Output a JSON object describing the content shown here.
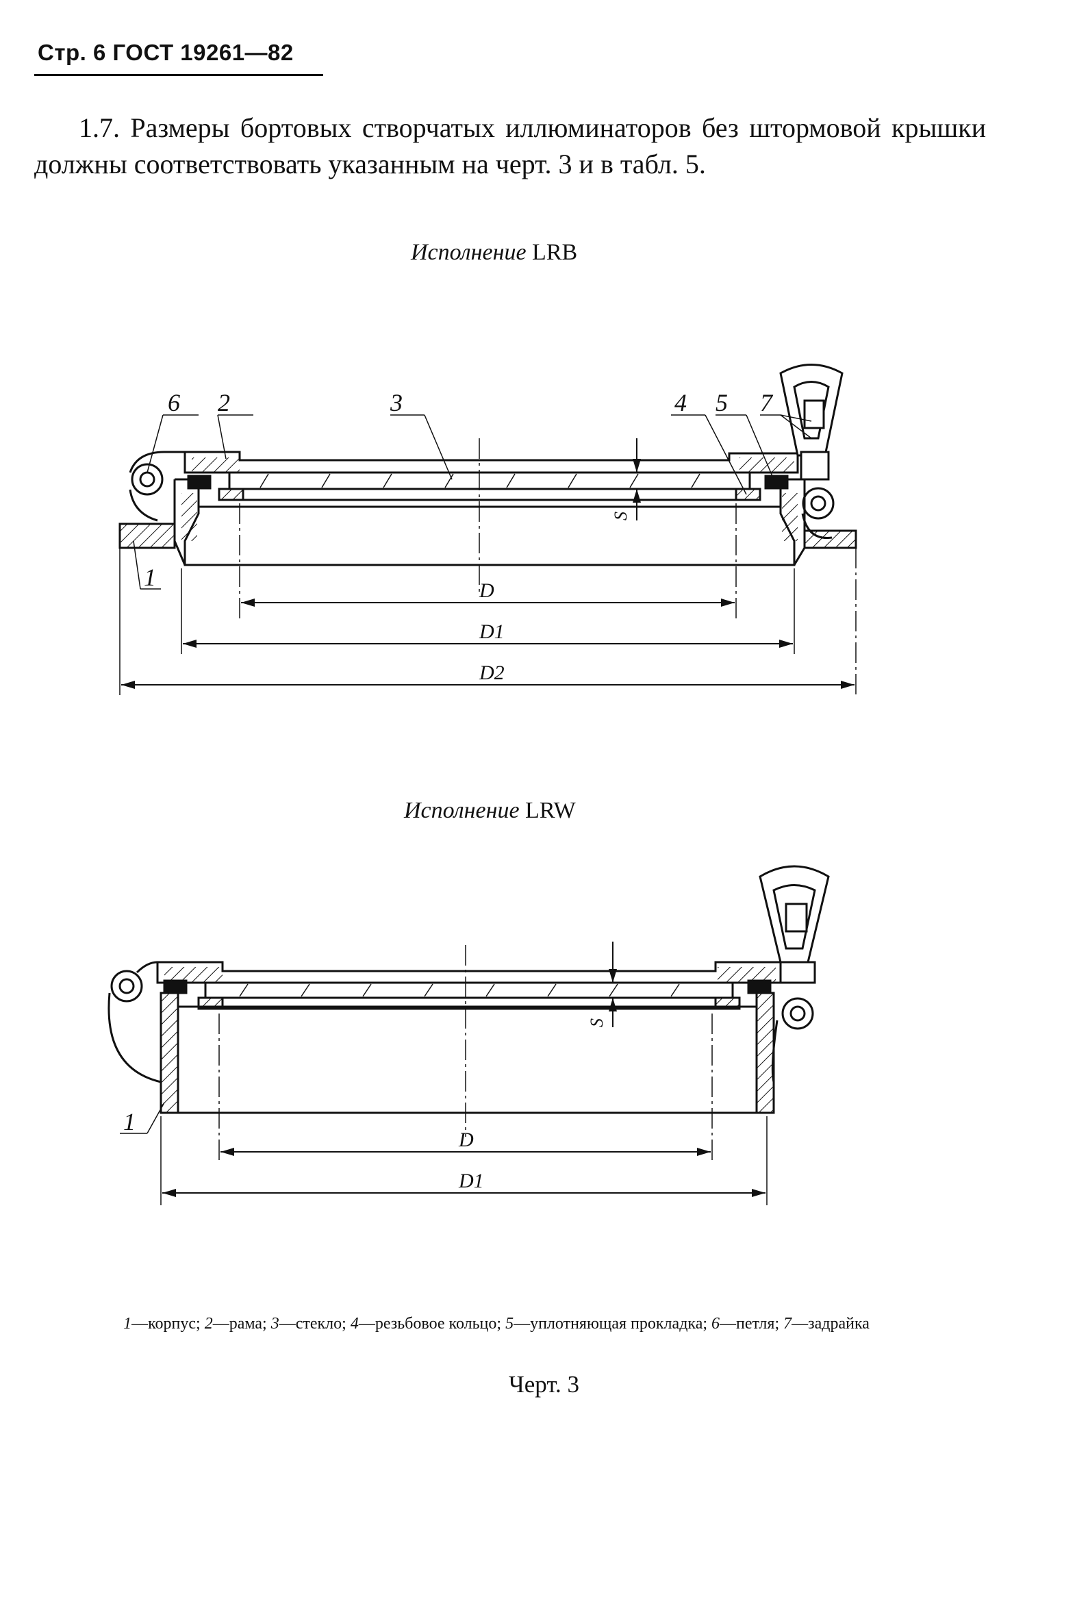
{
  "header": {
    "text": "Стр. 6 ГОСТ 19261—82"
  },
  "paragraph": {
    "text": "1.7. Размеры бортовых створчатых иллюминаторов без штормовой крышки должны соответствовать указанным на черт. 3 и в табл. 5."
  },
  "figure_lrb": {
    "caption_prefix": "Исполнение",
    "caption_code": "LRB",
    "callouts": [
      "6",
      "2",
      "3",
      "4",
      "5",
      "7",
      "1"
    ],
    "dims": {
      "d": "D",
      "d1": "D1",
      "d2": "D2",
      "s": "S"
    }
  },
  "figure_lrw": {
    "caption_prefix": "Исполнение",
    "caption_code": "LRW",
    "callouts": [
      "1"
    ],
    "dims": {
      "d": "D",
      "d1": "D1",
      "s": "S"
    }
  },
  "legend": {
    "items": [
      {
        "num": "1",
        "text": "корпус"
      },
      {
        "num": "2",
        "text": "рама"
      },
      {
        "num": "3",
        "text": "стекло"
      },
      {
        "num": "4",
        "text": "резьбовое кольцо"
      },
      {
        "num": "5",
        "text": "уплотняющая прокладка"
      },
      {
        "num": "6",
        "text": "петля"
      },
      {
        "num": "7",
        "text": "задрайка"
      }
    ]
  },
  "figure_label": "Черт. 3"
}
